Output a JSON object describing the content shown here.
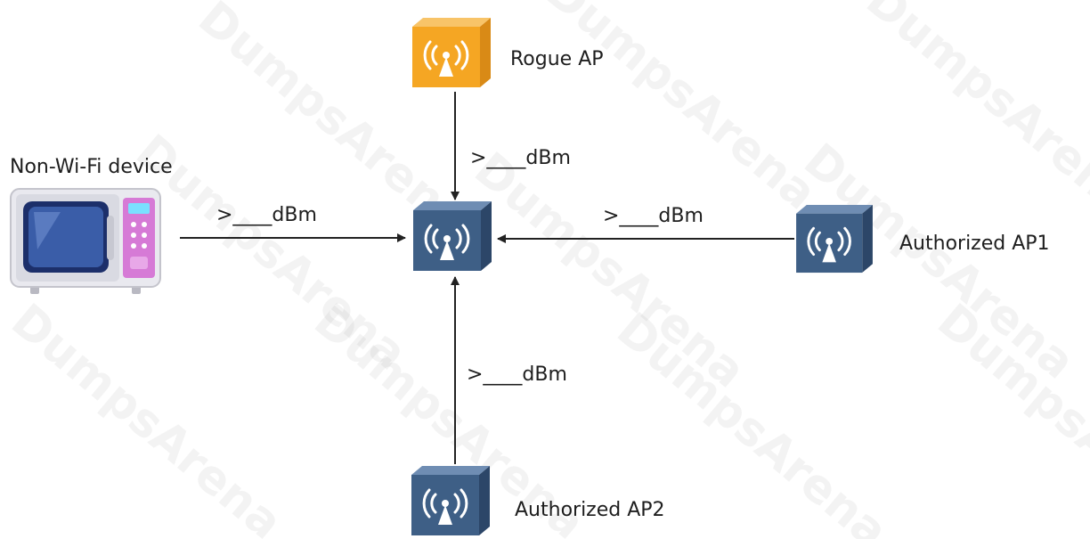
{
  "watermark": "DumpsArena",
  "nodes": {
    "rogue_ap": {
      "label": "Rogue AP",
      "color": "#F5A623"
    },
    "center_ap": {
      "label": "",
      "color": "#3E5F86"
    },
    "authorized_ap1": {
      "label": "Authorized AP1",
      "color": "#3E5F86"
    },
    "authorized_ap2": {
      "label": "Authorized AP2",
      "color": "#3E5F86"
    },
    "non_wifi_device": {
      "label": "Non-Wi-Fi device"
    }
  },
  "edges": {
    "from_non_wifi": {
      "threshold_label": ">____dBm"
    },
    "from_rogue_ap": {
      "threshold_label": ">____dBm"
    },
    "from_authorized_ap1": {
      "threshold_label": ">____dBm"
    },
    "from_authorized_ap2": {
      "threshold_label": ">____dBm"
    }
  },
  "icons": [
    "access-point-icon",
    "microwave-oven-icon"
  ]
}
